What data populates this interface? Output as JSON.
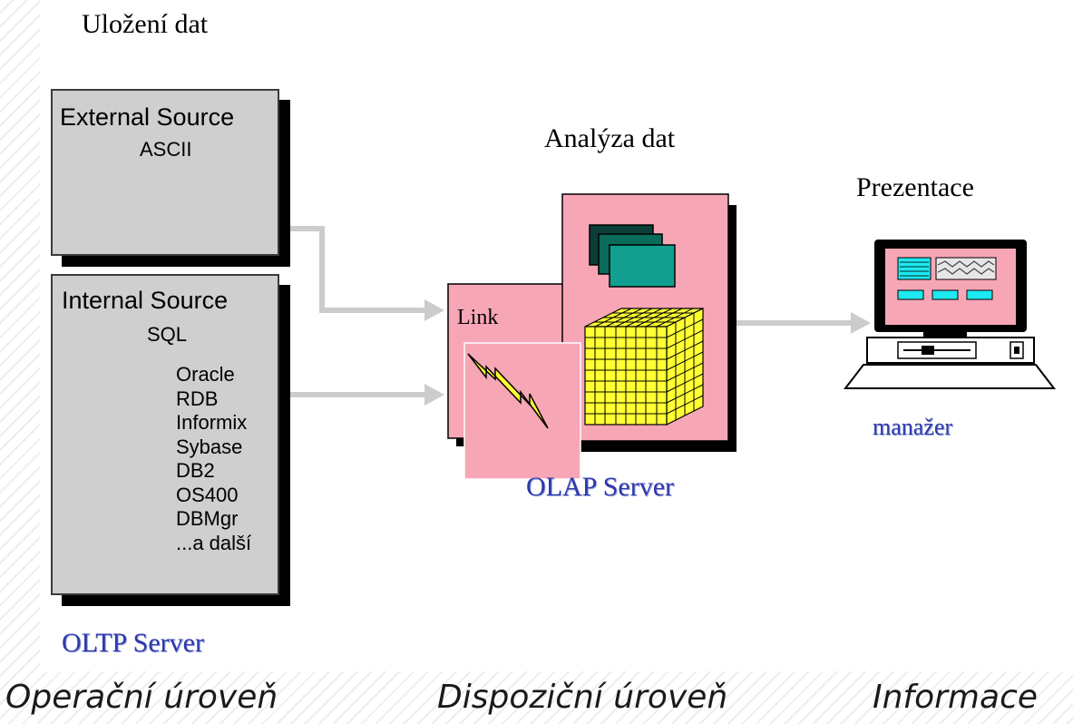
{
  "header": {
    "title": "Uložení dat"
  },
  "external_source": {
    "title": "External Source",
    "subtitle": "ASCII"
  },
  "internal_source": {
    "title": "Internal Source",
    "subtitle": "SQL",
    "databases": [
      "Oracle",
      "RDB",
      "Informix",
      "Sybase",
      "DB2",
      "OS400",
      "DBMgr",
      "...a další"
    ]
  },
  "oltp": {
    "label": "OLTP Server"
  },
  "analysis": {
    "title": "Analýza dat",
    "link_label": "Link",
    "server_label": "OLAP Server"
  },
  "presentation": {
    "title": "Prezentace",
    "user_label": "manažer"
  },
  "levels": [
    "Operační úroveň",
    "Dispoziční úroveň",
    "Informace"
  ],
  "colors": {
    "box_gray": "#cfcfcf",
    "pink": "#f7a6b6",
    "cylinder": "#1ee8f0",
    "data_green": "#0e9c2c",
    "data_teal": "#0b8a7c",
    "cube": "#ffff33",
    "lightning": "#ffff33",
    "arrow": "#cccccc",
    "server_label": "#2e3aa8"
  }
}
